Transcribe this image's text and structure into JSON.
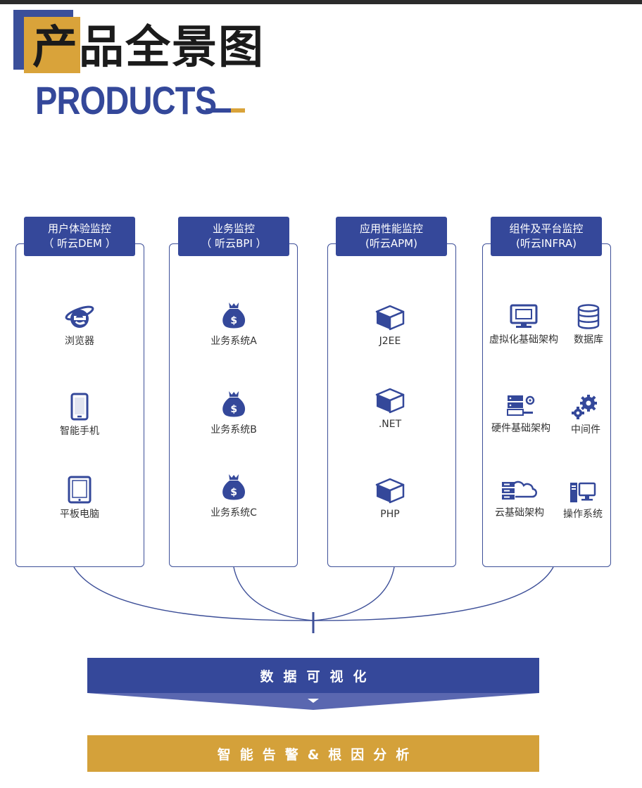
{
  "title": {
    "cn": "产品全景图",
    "en": "PRODUCTS"
  },
  "colors": {
    "brand_blue": "#35489a",
    "brand_gold": "#d4a13a"
  },
  "columns": [
    {
      "header_line1": "用户体验监控",
      "header_line2": "（ 听云DEM ）",
      "items": [
        {
          "label": "浏览器",
          "icon": "ie-browser-icon"
        },
        {
          "label": "智能手机",
          "icon": "smartphone-icon"
        },
        {
          "label": "平板电脑",
          "icon": "tablet-icon"
        }
      ]
    },
    {
      "header_line1": "业务监控",
      "header_line2": "（ 听云BPI ）",
      "items": [
        {
          "label": "业务系统A",
          "icon": "money-bag-icon"
        },
        {
          "label": "业务系统B",
          "icon": "money-bag-icon"
        },
        {
          "label": "业务系统C",
          "icon": "money-bag-icon"
        }
      ]
    },
    {
      "header_line1": "应用性能监控",
      "header_line2": "(听云APM)",
      "items": [
        {
          "label": "J2EE",
          "icon": "box-icon"
        },
        {
          "label": ".NET",
          "icon": "box-icon"
        },
        {
          "label": "PHP",
          "icon": "box-icon"
        }
      ]
    },
    {
      "header_line1": "组件及平台监控",
      "header_line2": "(听云INFRA)",
      "items": [
        {
          "label": "虚拟化基础架构",
          "icon": "monitor-icon"
        },
        {
          "label": "数据库",
          "icon": "database-icon"
        },
        {
          "label": "硬件基础架构",
          "icon": "server-icon"
        },
        {
          "label": "中间件",
          "icon": "gears-icon"
        },
        {
          "label": "云基础架构",
          "icon": "cloud-server-icon"
        },
        {
          "label": "操作系统",
          "icon": "desktop-pc-icon"
        }
      ]
    }
  ],
  "bars": {
    "visualization": "数据可视化",
    "alerting": "智能告警&根因分析"
  }
}
